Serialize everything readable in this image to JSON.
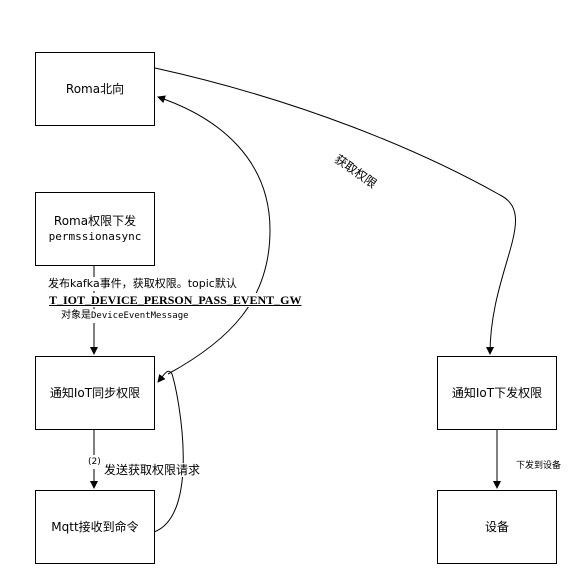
{
  "nodes": {
    "roma_north": "Roma北向",
    "roma_perm_line1": "Roma权限下发",
    "roma_perm_line2": "permssionasync",
    "notify_sync": "通知IoT同步权限",
    "mqtt_receive": "Mqtt接收到命令",
    "notify_issue": "通知IoT下发权限",
    "device": "设备"
  },
  "labels": {
    "get_perm": "获取权限",
    "kafka_line1": "发布kafka事件，获取权限。topic默认",
    "kafka_line2": "T_IOT_DEVICE_PERSON_PASS_EVENT_GW",
    "kafka_line3_prefix": "对象是",
    "kafka_line3_value": "DeviceEventMessage",
    "step_num": "(2)",
    "send_request": "发送获取权限请求",
    "issue_to_device": "下发到设备"
  }
}
